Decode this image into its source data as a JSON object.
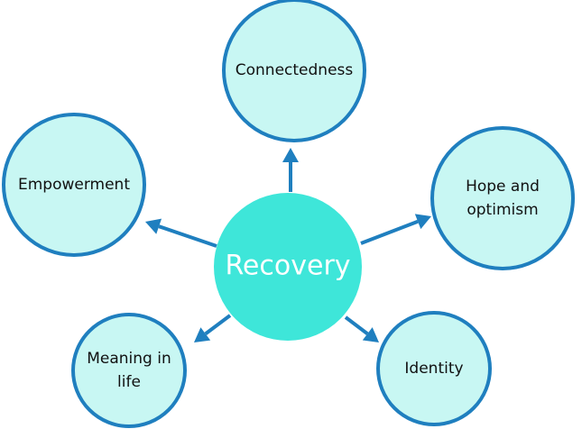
{
  "center": {
    "label": "Recovery"
  },
  "nodes": [
    {
      "id": "connectedness",
      "lines": [
        "Connectedness"
      ]
    },
    {
      "id": "empowerment",
      "lines": [
        "Empowerment"
      ]
    },
    {
      "id": "hope-and-optimism",
      "lines": [
        "Hope and",
        "optimism"
      ]
    },
    {
      "id": "meaning-in-life",
      "lines": [
        "Meaning in",
        "life"
      ]
    },
    {
      "id": "identity",
      "lines": [
        "Identity"
      ]
    }
  ],
  "colors": {
    "center_fill": "#3ee6d9",
    "node_fill": "#c8f7f3",
    "stroke": "#1f7fbf",
    "text": "#111111",
    "center_text": "#ffffff"
  }
}
